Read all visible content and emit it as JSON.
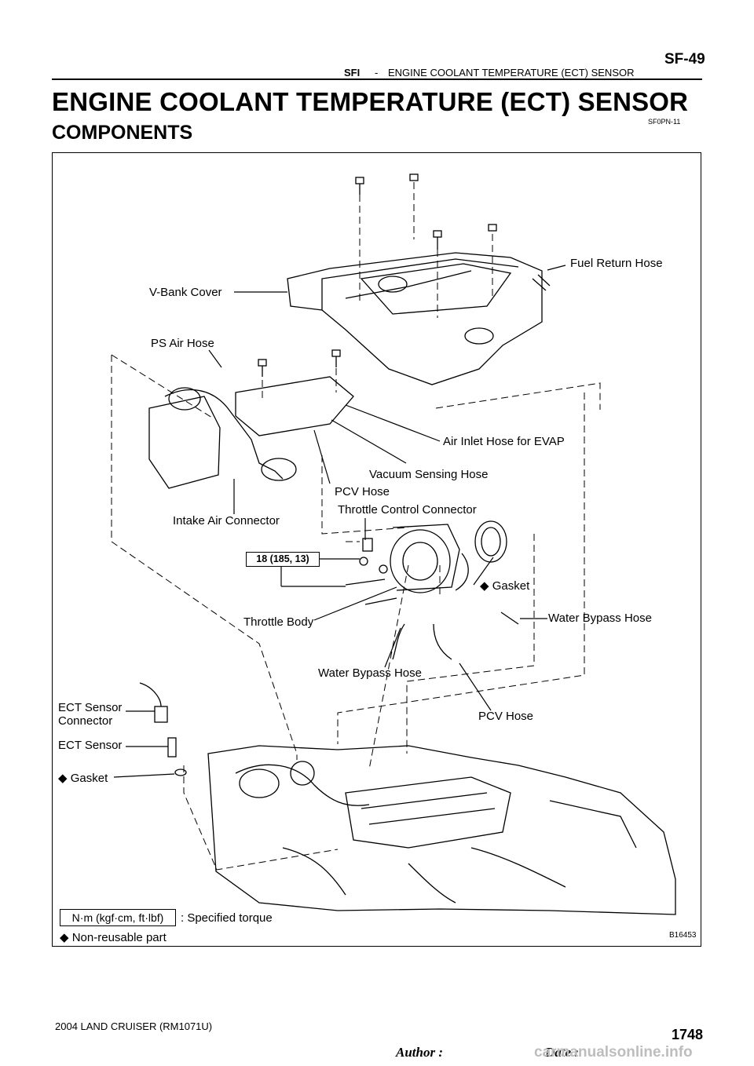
{
  "header": {
    "section_code": "SFI",
    "separator": "-",
    "section_title": "ENGINE COOLANT TEMPERATURE (ECT) SENSOR",
    "page_label": "SF-49"
  },
  "title": "ENGINE COOLANT TEMPERATURE (ECT) SENSOR",
  "subtitle": "COMPONENTS",
  "figure_code": "SF0PN-11",
  "diagram": {
    "labels": {
      "fuel_return_hose": "Fuel Return Hose",
      "v_bank_cover": "V-Bank  Cover",
      "ps_air_hose": "PS Air Hose",
      "air_inlet_hose": "Air Inlet Hose for EVAP",
      "vacuum_sensing_hose": "Vacuum Sensing Hose",
      "pcv_hose_upper": "PCV Hose",
      "intake_air_connector": "Intake Air Connector",
      "throttle_control_connector": "Throttle Control Connector",
      "gasket_throttle": "Gasket",
      "throttle_body": "Throttle Body",
      "water_bypass_hose_right": "Water Bypass Hose",
      "water_bypass_hose_lower": "Water Bypass Hose",
      "ect_sensor_connector_1": "ECT Sensor",
      "ect_sensor_connector_2": "Connector",
      "pcv_hose_lower": "PCV Hose",
      "ect_sensor": "ECT Sensor",
      "gasket_ect": "Gasket"
    },
    "torque_spec": "18 (185, 13)",
    "legend": {
      "torque_unit": "N·m (kgf·cm, ft·lbf)",
      "torque_desc": ": Specified torque",
      "nonreusable_symbol": "◆",
      "nonreusable_desc": "Non-reusable part"
    },
    "figure_number": "B16453"
  },
  "footer": {
    "model": "2004 LAND CRUISER   (RM1071U)",
    "author_label": "Author :",
    "date_label": "Date :",
    "page_number": "1748",
    "watermark": "carmanualsonline.info"
  }
}
